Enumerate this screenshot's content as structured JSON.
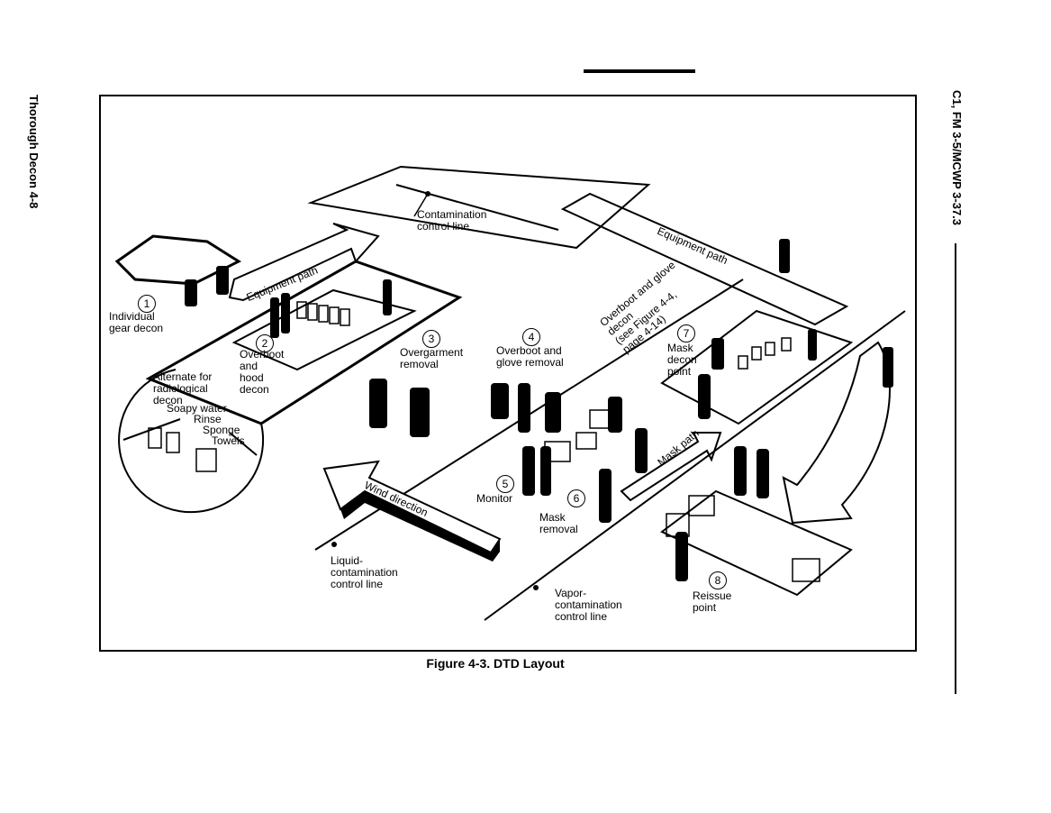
{
  "page": {
    "running_head_left": "Thorough Decon  4-8",
    "running_head_right": "C1, FM 3-5/MCWP 3-37.3"
  },
  "figure": {
    "caption": "Figure 4-3.  DTD Layout",
    "stations": [
      {
        "number": "1",
        "label_lines": [
          "Individual",
          "gear decon"
        ]
      },
      {
        "number": "2",
        "label_lines": [
          "Overboot",
          "and",
          "hood",
          "decon"
        ]
      },
      {
        "number": "3",
        "label_lines": [
          "Overgarment",
          "removal"
        ]
      },
      {
        "number": "4",
        "label_lines": [
          "Overboot and",
          "glove removal"
        ]
      },
      {
        "number": "5",
        "label_lines": [
          "Monitor"
        ]
      },
      {
        "number": "6",
        "label_lines": [
          "Mask",
          "removal"
        ]
      },
      {
        "number": "7",
        "label_lines": [
          "Mask",
          "decon",
          "point"
        ]
      },
      {
        "number": "8",
        "label_lines": [
          "Reissue",
          "point"
        ]
      }
    ],
    "alternate_inset": {
      "title_lines": [
        "Alternate for",
        "radiological",
        "decon"
      ],
      "items": [
        "Soapy water",
        "Rinse",
        "Sponge",
        "Towels"
      ]
    },
    "paths": {
      "equipment_path_1": "Equipment path",
      "equipment_path_2": "Equipment path",
      "mask_path": "Mask path",
      "wind_direction": "Wind direction"
    },
    "overboot_note_lines": [
      "Overboot and glove",
      "decon",
      "(see Figure 4-4,",
      "page 4-14)"
    ],
    "control_lines": {
      "contamination": [
        "Contamination",
        "control line"
      ],
      "liquid": [
        "Liquid-",
        "contamination",
        "control line"
      ],
      "vapor": [
        "Vapor-",
        "contamination",
        "control line"
      ]
    }
  }
}
